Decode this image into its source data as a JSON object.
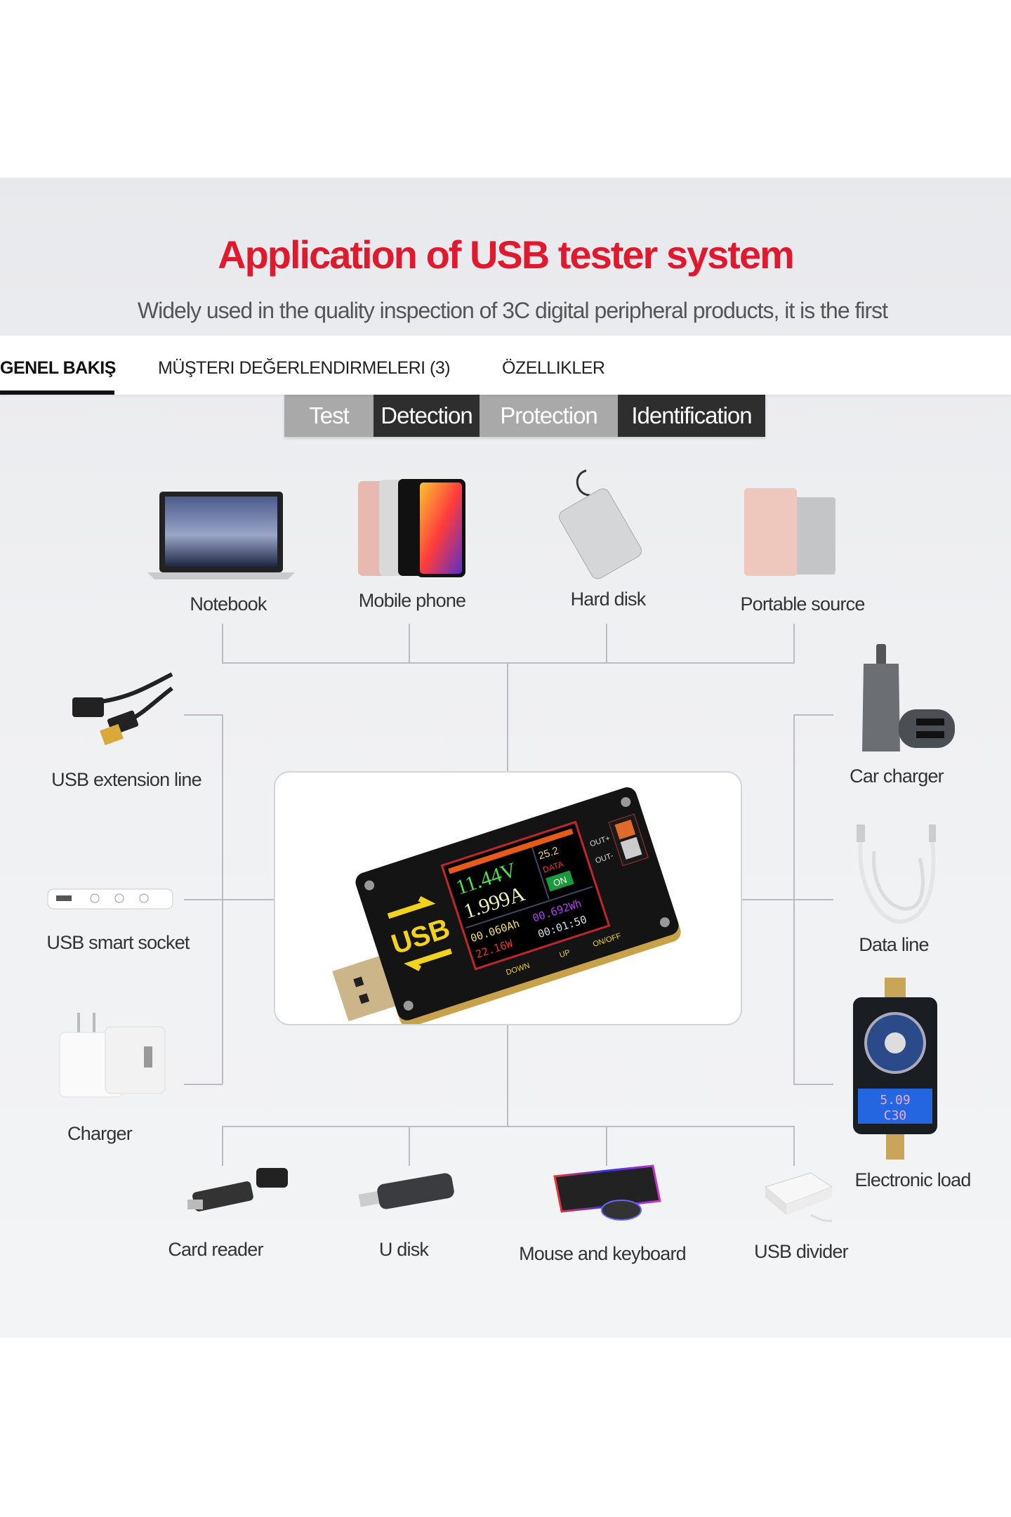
{
  "banner": {
    "title": "Application of USB tester system",
    "subtitle": "Widely used in the quality inspection of 3C digital peripheral products, it is the first",
    "tags": [
      "Test",
      "Detection",
      "Protection",
      "Identification"
    ],
    "title_color": "#e0192e"
  },
  "tabs": [
    {
      "label": "GENEL BAKIŞ",
      "active": true
    },
    {
      "label": "MÜŞTERI DEĞERLENDIRMELERI (3)",
      "active": false
    },
    {
      "label": "ÖZELLIKLER",
      "active": false
    }
  ],
  "applications": {
    "top": [
      "Notebook",
      "Mobile phone",
      "Hard disk",
      "Portable source"
    ],
    "left": [
      "USB extension line",
      "USB smart socket",
      "Charger"
    ],
    "right": [
      "Car charger",
      "Data line",
      "Electronic load"
    ],
    "bottom": [
      "Card reader",
      "U disk",
      "Mouse and keyboard",
      "USB divider"
    ]
  },
  "device": {
    "logo": "USB",
    "voltage": "11.44V",
    "current": "1.999A",
    "capacity": "00.060Ah",
    "power": "22.16W",
    "energy": "00.692Wh",
    "time": "00:01:50",
    "temp": "25.2",
    "data_label": "DATA",
    "on_label": "ON",
    "out_plus": "OUT+",
    "out_minus": "OUT-",
    "btn_down": "DOWN",
    "btn_up": "UP",
    "btn_onoff": "ON/OFF",
    "load_display_1": "5.09",
    "load_display_2": "C30"
  }
}
